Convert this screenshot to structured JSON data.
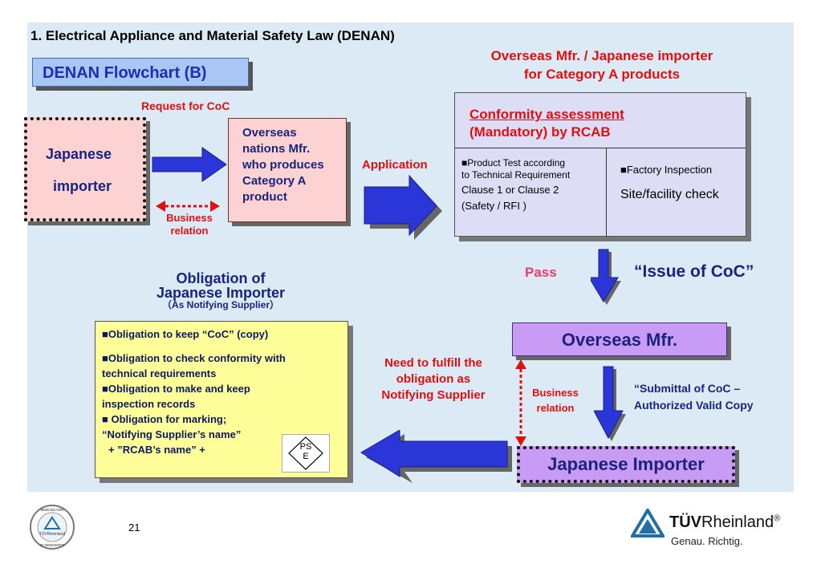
{
  "page_title": "1. Electrical Appliance and Material Safety Law (DENAN)",
  "flowchart_title": "DENAN Flowchart (B)",
  "request_for_coc": "Request for CoC",
  "japanese_importer_line1": "Japanese",
  "japanese_importer_line2": "importer",
  "overseas_nations_mfr": [
    "Overseas",
    "nations Mfr.",
    "who produces",
    "Category A",
    "product"
  ],
  "business_relation_top": [
    "Business",
    "relation"
  ],
  "application": "Application",
  "overseas_header": [
    "Overseas Mfr. / Japanese importer",
    "for Category A products"
  ],
  "conformity": [
    "Conformity assessment",
    "(Mandatory) by RCAB"
  ],
  "product_test": [
    "■Product Test according",
    "to Technical Requirement",
    "Clause 1 or Clause 2",
    "(Safety / RFI )"
  ],
  "factory_inspection": "■Factory Inspection",
  "site_check": "Site/facility check",
  "pass": "Pass",
  "issue_coc": "“Issue of CoC”",
  "obligation_heading": [
    "Obligation of",
    "Japanese Importer",
    "（As Notifying Supplier）"
  ],
  "obligations": [
    "■Obligation to keep “CoC” (copy)",
    "■Obligation to check conformity with",
    "technical requirements",
    "■Obligation to make and keep",
    "inspection records",
    "■  Obligation for marking;",
    "“Notifying Supplier’s name”",
    "+ ”RCAB’s name” +"
  ],
  "pse_mark": [
    "PS",
    "E"
  ],
  "need_to_fulfill": [
    "Need to fulfill the",
    "obligation as",
    "Notifying Supplier"
  ],
  "overseas_mfr": "Overseas Mfr.",
  "business_relation_bottom": [
    "Business",
    "relation"
  ],
  "submittal": [
    "“Submittal of CoC –",
    "Authorized Valid Copy"
  ],
  "japanese_importer_bottom": "Japanese Importer",
  "page_number": "21",
  "brand_name_bold": "TÜV",
  "brand_name_rest": "Rheinland",
  "brand_reg": "®",
  "brand_tagline": "Genau. Richtig.",
  "seal_text": "www.tuv.com",
  "seal_id": "ID 0000000000",
  "seal_inner": "TÜVRheinland",
  "colors": {
    "panel": "#dbeaf5",
    "arrow_blue": "#2a36d8",
    "red": "#e01010",
    "navy": "#1a237e",
    "brand": "#1f6fa8"
  }
}
